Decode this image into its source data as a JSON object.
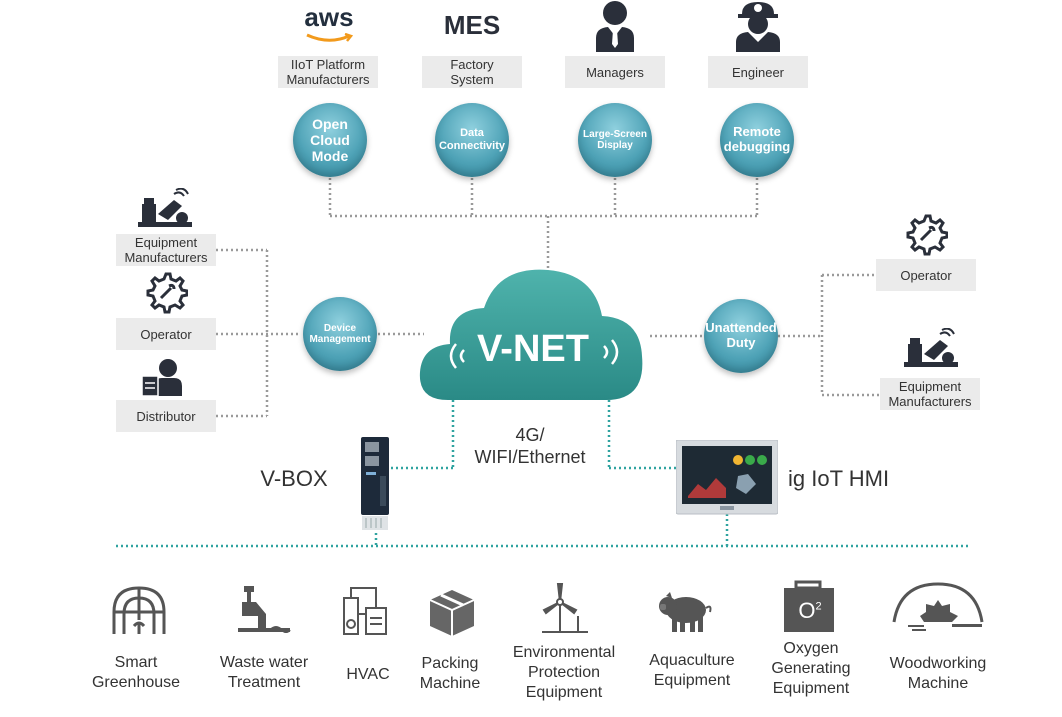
{
  "top": {
    "aws_logo": "aws",
    "mes_logo": "MES",
    "labels": [
      "IIoT  Platform\nManufacturers",
      "Factory\nSystem",
      "Managers",
      "Engineer"
    ],
    "circles": [
      "Open\nCloud\nMode",
      "Data\nConnectivity",
      "Large-Screen\nDisplay",
      "Remote\ndebugging"
    ]
  },
  "left": {
    "labels": [
      "Equipment\nManufacturers",
      "Operator",
      "Distributor"
    ],
    "circle": "Device\nManagement"
  },
  "right": {
    "labels": [
      "Operator",
      "Equipment\nManufacturers"
    ],
    "circle": "Unattended\nDuty"
  },
  "center": {
    "cloud_label": "V-NET",
    "connection_label": "4G/\nWIFI/Ethernet",
    "vbox_label": "V-BOX",
    "hmi_label": "ig   IoT   HMI"
  },
  "applications": [
    {
      "label": "Smart\nGreenhouse",
      "icon": "greenhouse-icon"
    },
    {
      "label": "Waste   water\nTreatment",
      "icon": "water-treatment-icon"
    },
    {
      "label": "HVAC",
      "icon": "hvac-icon"
    },
    {
      "label": "Packing\nMachine",
      "icon": "box-icon"
    },
    {
      "label": "Environmental\nProtection\nEquipment",
      "icon": "wind-turbine-icon"
    },
    {
      "label": "Aquaculture\nEquipment",
      "icon": "pig-icon"
    },
    {
      "label": "Oxygen\nGenerating\nEquipment",
      "icon": "oxygen-icon"
    },
    {
      "label": "Woodworking\nMachine",
      "icon": "saw-blade-icon"
    }
  ],
  "oxygen_symbol": "O2",
  "colors": {
    "teal": "#3a9a9c",
    "circle": "#4fa3b7",
    "icon_dark": "#2a2f3a",
    "dotted": "#999999",
    "dotted_teal": "#2fa3a0"
  }
}
